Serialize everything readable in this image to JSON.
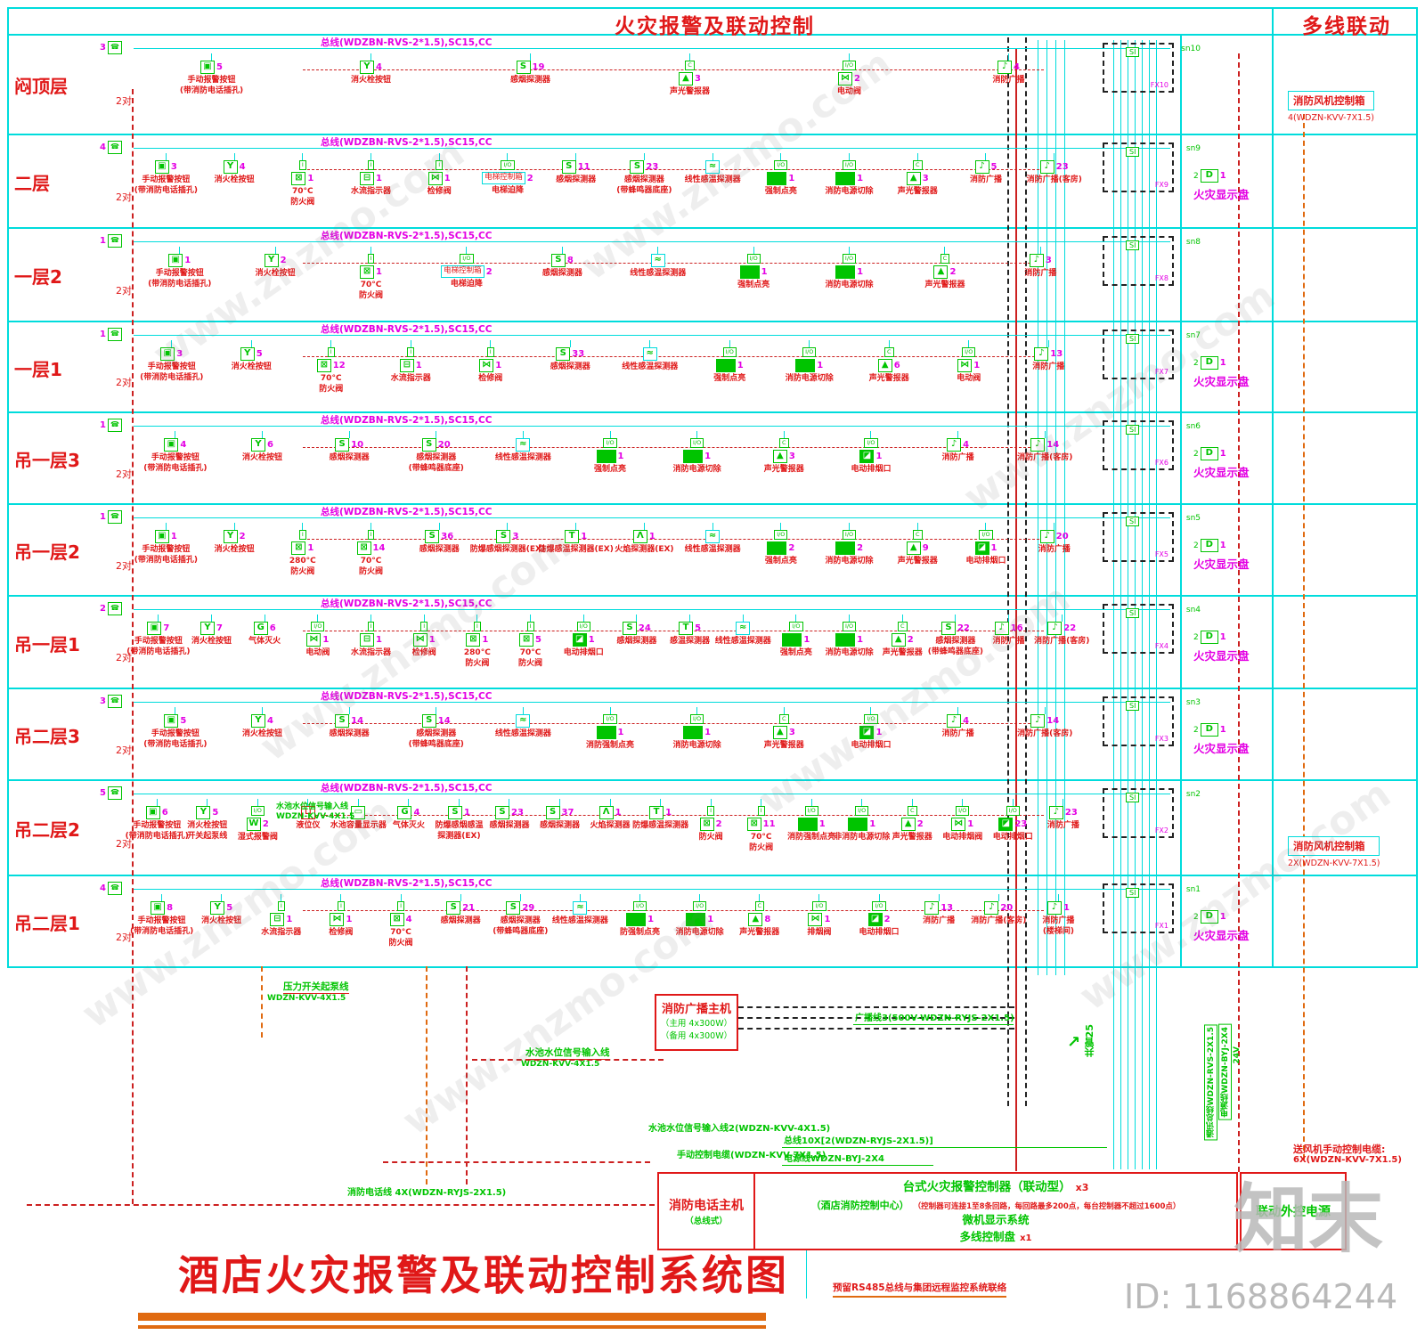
{
  "header": {
    "left_title": "火灾报警及联动控制",
    "right_title": "多线联动"
  },
  "bus_label": "总线(WDZBN-RVS-2*1.5),SC15,CC",
  "pair_label": "2对",
  "right_panel_label": "火灾显示盘",
  "rows": [
    {
      "floor": "闷顶层",
      "tap": "3",
      "sn": "sn10",
      "fx": "FX10",
      "si": "SI",
      "right": {
        "kind": "fan",
        "label": "消防风机控制箱",
        "cable": "4(WDZN-KVV-7X1.5)"
      },
      "devices": [
        {
          "sym": "manual",
          "count": "5",
          "label": "手动报警按钮|(带消防电话插孔)"
        },
        {
          "sym": "hydrant",
          "count": "4",
          "label": "消火栓按钮"
        },
        {
          "sym": "smoke",
          "count": "19",
          "label": "感烟探测器"
        },
        {
          "sym": "sounder",
          "count": "3",
          "label": "声光警报器"
        },
        {
          "sym": "valve",
          "count": "2",
          "label": "电动阀"
        },
        {
          "sym": "speaker",
          "count": "4",
          "label": "消防广播"
        }
      ]
    },
    {
      "floor": "二层",
      "tap": "4",
      "sn": "sn9",
      "fx": "FX9",
      "si": "SI",
      "right": {
        "kind": "display"
      },
      "devices": [
        {
          "sym": "manual",
          "count": "3",
          "label": "手动报警按钮|(带消防电话插孔)"
        },
        {
          "sym": "hydrant",
          "count": "4",
          "label": "消火栓按钮"
        },
        {
          "sym": "damper",
          "count": "1",
          "label": "70°C|防火阀"
        },
        {
          "sym": "flow",
          "count": "1",
          "label": "水流指示器"
        },
        {
          "sym": "check",
          "count": "1",
          "label": "检修阀"
        },
        {
          "sym": "elev",
          "count": "2",
          "inner": "电梯控制箱",
          "label": "电梯迫降"
        },
        {
          "sym": "smoke",
          "count": "11",
          "label": "感烟探测器"
        },
        {
          "sym": "smoke",
          "count": "23",
          "label": "感烟探测器|(带蜂鸣器底座)"
        },
        {
          "sym": "linear",
          "count": "",
          "label": "线性感温探测器"
        },
        {
          "sym": "io",
          "count": "1",
          "label": "强制点亮"
        },
        {
          "sym": "io",
          "count": "1",
          "label": "消防电源切除"
        },
        {
          "sym": "sounder",
          "count": "3",
          "label": "声光警报器"
        },
        {
          "sym": "speaker",
          "count": "5",
          "label": "消防广播"
        },
        {
          "sym": "speaker",
          "count": "23",
          "label": "消防广播(客房)"
        }
      ]
    },
    {
      "floor": "一层2",
      "tap": "1",
      "sn": "sn8",
      "fx": "FX8",
      "si": "SI",
      "right": {
        "kind": "none"
      },
      "devices": [
        {
          "sym": "manual",
          "count": "1",
          "label": "手动报警按钮|(带消防电话插孔)"
        },
        {
          "sym": "hydrant",
          "count": "2",
          "label": "消火栓按钮"
        },
        {
          "sym": "damper",
          "count": "1",
          "label": "70°C|防火阀"
        },
        {
          "sym": "elev",
          "count": "2",
          "inner": "电梯控制箱",
          "label": "电梯迫降"
        },
        {
          "sym": "smoke",
          "count": "8",
          "label": "感烟探测器"
        },
        {
          "sym": "linear",
          "count": "",
          "label": "线性感温探测器"
        },
        {
          "sym": "io",
          "count": "1",
          "label": "强制点亮"
        },
        {
          "sym": "io",
          "count": "1",
          "label": "消防电源切除"
        },
        {
          "sym": "sounder",
          "count": "2",
          "label": "声光警报器"
        },
        {
          "sym": "speaker",
          "count": "3",
          "label": "消防广播"
        }
      ]
    },
    {
      "floor": "一层1",
      "tap": "1",
      "sn": "sn7",
      "fx": "FX7",
      "si": "SI",
      "right": {
        "kind": "display"
      },
      "devices": [
        {
          "sym": "manual",
          "count": "3",
          "label": "手动报警按钮|(带消防电话插孔)"
        },
        {
          "sym": "hydrant",
          "count": "5",
          "label": "消火栓按钮"
        },
        {
          "sym": "damper",
          "count": "12",
          "label": "70°C|防火阀"
        },
        {
          "sym": "flow",
          "count": "1",
          "label": "水流指示器"
        },
        {
          "sym": "check",
          "count": "1",
          "label": "检修阀"
        },
        {
          "sym": "smoke",
          "count": "33",
          "label": "感烟探测器"
        },
        {
          "sym": "linear",
          "count": "",
          "label": "线性感温探测器"
        },
        {
          "sym": "io",
          "count": "1",
          "label": "强制点亮"
        },
        {
          "sym": "io",
          "count": "1",
          "label": "消防电源切除"
        },
        {
          "sym": "sounder",
          "count": "6",
          "label": "声光警报器"
        },
        {
          "sym": "valve",
          "count": "1",
          "label": "电动阀"
        },
        {
          "sym": "speaker",
          "count": "13",
          "label": "消防广播"
        }
      ]
    },
    {
      "floor": "吊一层3",
      "tap": "1",
      "sn": "sn6",
      "fx": "FX6",
      "si": "SI",
      "right": {
        "kind": "display"
      },
      "devices": [
        {
          "sym": "manual",
          "count": "4",
          "label": "手动报警按钮|(带消防电话插孔)"
        },
        {
          "sym": "hydrant",
          "count": "6",
          "label": "消火栓按钮"
        },
        {
          "sym": "smoke",
          "count": "10",
          "label": "感烟探测器"
        },
        {
          "sym": "smoke",
          "count": "20",
          "label": "感烟探测器|(带蜂鸣器底座)"
        },
        {
          "sym": "linear",
          "count": "",
          "label": "线性感温探测器"
        },
        {
          "sym": "io",
          "count": "1",
          "label": "强制点亮"
        },
        {
          "sym": "io",
          "count": "1",
          "label": "消防电源切除"
        },
        {
          "sym": "sounder",
          "count": "3",
          "label": "声光警报器"
        },
        {
          "sym": "exhaust",
          "count": "1",
          "label": "电动排烟口"
        },
        {
          "sym": "speaker",
          "count": "4",
          "label": "消防广播"
        },
        {
          "sym": "speaker",
          "count": "14",
          "label": "消防广播(客房)"
        }
      ]
    },
    {
      "floor": "吊一层2",
      "tap": "1",
      "sn": "sn5",
      "fx": "FX5",
      "si": "SI",
      "right": {
        "kind": "display"
      },
      "devices": [
        {
          "sym": "manual",
          "count": "1",
          "label": "手动报警按钮|(带消防电话插孔)"
        },
        {
          "sym": "hydrant",
          "count": "2",
          "label": "消火栓按钮"
        },
        {
          "sym": "damper",
          "count": "1",
          "label": "280°C|防火阀"
        },
        {
          "sym": "damper",
          "count": "14",
          "label": "70°C|防火阀"
        },
        {
          "sym": "smoke",
          "count": "36",
          "label": "感烟探测器"
        },
        {
          "sym": "smoke",
          "count": "3",
          "label": "防爆感烟探测器(EX)"
        },
        {
          "sym": "heat",
          "count": "1",
          "label": "防爆感温探测器(EX)"
        },
        {
          "sym": "flame",
          "count": "1",
          "label": "火焰探测器(EX)"
        },
        {
          "sym": "linear",
          "count": "",
          "label": "线性感温探测器"
        },
        {
          "sym": "io",
          "count": "2",
          "label": "强制点亮"
        },
        {
          "sym": "io",
          "count": "2",
          "label": "消防电源切除"
        },
        {
          "sym": "sounder",
          "count": "9",
          "label": "声光警报器"
        },
        {
          "sym": "exhaust",
          "count": "1",
          "label": "电动排烟口"
        },
        {
          "sym": "speaker",
          "count": "20",
          "label": "消防广播"
        }
      ]
    },
    {
      "floor": "吊一层1",
      "tap": "2",
      "sn": "sn4",
      "fx": "FX4",
      "si": "SI",
      "right": {
        "kind": "display"
      },
      "devices": [
        {
          "sym": "manual",
          "count": "7",
          "label": "手动报警按钮|(带消防电话插孔)"
        },
        {
          "sym": "hydrant",
          "count": "7",
          "label": "消火栓按钮"
        },
        {
          "sym": "gas",
          "count": "6",
          "label": "气体灭火"
        },
        {
          "sym": "valve",
          "count": "1",
          "label": "电动阀"
        },
        {
          "sym": "flow",
          "count": "1",
          "label": "水流指示器"
        },
        {
          "sym": "check",
          "count": "1",
          "label": "检修阀"
        },
        {
          "sym": "damper",
          "count": "1",
          "label": "280°C|防火阀"
        },
        {
          "sym": "damper",
          "count": "5",
          "label": "70°C|防火阀"
        },
        {
          "sym": "exhaust",
          "count": "1",
          "label": "电动排烟口"
        },
        {
          "sym": "smoke",
          "count": "24",
          "label": "感烟探测器"
        },
        {
          "sym": "heat",
          "count": "5",
          "label": "感温探测器"
        },
        {
          "sym": "linear",
          "count": "",
          "label": "线性感温探测器"
        },
        {
          "sym": "io",
          "count": "1",
          "label": "强制点亮"
        },
        {
          "sym": "io",
          "count": "1",
          "label": "消防电源切除"
        },
        {
          "sym": "sounder",
          "count": "2",
          "label": "声光警报器"
        },
        {
          "sym": "smoke",
          "count": "22",
          "label": "感烟探测器|(带蜂鸣器底座)"
        },
        {
          "sym": "speaker",
          "count": "16",
          "label": "消防广播"
        },
        {
          "sym": "speaker",
          "count": "22",
          "label": "消防广播(客房)"
        }
      ]
    },
    {
      "floor": "吊二层3",
      "tap": "3",
      "sn": "sn3",
      "fx": "FX3",
      "si": "SI",
      "right": {
        "kind": "display"
      },
      "devices": [
        {
          "sym": "manual",
          "count": "5",
          "label": "手动报警按钮|(带消防电话插孔)"
        },
        {
          "sym": "hydrant",
          "count": "4",
          "label": "消火栓按钮"
        },
        {
          "sym": "smoke",
          "count": "14",
          "label": "感烟探测器"
        },
        {
          "sym": "smoke",
          "count": "14",
          "label": "感烟探测器|(带蜂鸣器底座)"
        },
        {
          "sym": "linear",
          "count": "",
          "label": "线性感温探测器"
        },
        {
          "sym": "io",
          "count": "1",
          "label": "消防强制点亮"
        },
        {
          "sym": "io",
          "count": "1",
          "label": "消防电源切除"
        },
        {
          "sym": "sounder",
          "count": "3",
          "label": "声光警报器"
        },
        {
          "sym": "exhaust",
          "count": "1",
          "label": "电动排烟口"
        },
        {
          "sym": "speaker",
          "count": "4",
          "label": "消防广播"
        },
        {
          "sym": "speaker",
          "count": "14",
          "label": "消防广播(客房)"
        }
      ]
    },
    {
      "floor": "吊二层2",
      "tap": "5",
      "sn": "sn2",
      "fx": "FX2",
      "si": "SI",
      "right": {
        "kind": "fan",
        "label": "消防风机控制箱",
        "cable": "2X(WDZN-KVV-7X1.5)"
      },
      "extra": "水池水位信号输入线|WDZN-KVV-4X1.5",
      "devices": [
        {
          "sym": "manual",
          "count": "6",
          "label": "手动报警按钮|(带消防电话插孔)"
        },
        {
          "sym": "hydrant",
          "count": "5",
          "label": "消火栓按钮|开关起泵线"
        },
        {
          "sym": "wet",
          "count": "2",
          "label": "湿式报警阀"
        },
        {
          "sym": "lvl",
          "count": "",
          "label": "液位仪"
        },
        {
          "sym": "disp",
          "count": "",
          "label": "水池容量显示器"
        },
        {
          "sym": "gas",
          "count": "4",
          "label": "气体灭火"
        },
        {
          "sym": "smoke",
          "count": "1",
          "label": "防爆感烟感温|探测器(EX)"
        },
        {
          "sym": "smoke",
          "count": "23",
          "label": "感烟探测器"
        },
        {
          "sym": "smoke",
          "count": "37",
          "label": "感烟探测器"
        },
        {
          "sym": "flame",
          "count": "1",
          "label": "火焰探测器"
        },
        {
          "sym": "heat",
          "count": "1",
          "label": "防爆感温探测器"
        },
        {
          "sym": "damper",
          "count": "2",
          "label": "防火阀"
        },
        {
          "sym": "damper",
          "count": "11",
          "label": "70°C|防火阀"
        },
        {
          "sym": "io",
          "count": "1",
          "label": "消防强制点亮"
        },
        {
          "sym": "io",
          "count": "1",
          "label": "非消防电源切除"
        },
        {
          "sym": "sounder",
          "count": "2",
          "label": "声光警报器"
        },
        {
          "sym": "valve",
          "count": "1",
          "label": "电动排烟阀"
        },
        {
          "sym": "exhaust",
          "count": "23",
          "label": "电动排烟口"
        },
        {
          "sym": "speaker",
          "count": "23",
          "label": "消防广播"
        }
      ]
    },
    {
      "floor": "吊二层1",
      "tap": "4",
      "sn": "sn1",
      "fx": "FX1",
      "si": "SI",
      "right": {
        "kind": "display"
      },
      "devices": [
        {
          "sym": "manual",
          "count": "8",
          "label": "手动报警按钮|(带消防电话插孔)"
        },
        {
          "sym": "hydrant",
          "count": "5",
          "label": "消火栓按钮"
        },
        {
          "sym": "flow",
          "count": "1",
          "label": "水流指示器"
        },
        {
          "sym": "check",
          "count": "1",
          "label": "检修阀"
        },
        {
          "sym": "damper",
          "count": "4",
          "label": "70°C|防火阀"
        },
        {
          "sym": "smoke",
          "count": "21",
          "label": "感烟探测器"
        },
        {
          "sym": "smoke",
          "count": "29",
          "label": "感烟探测器|(带蜂鸣器底座)"
        },
        {
          "sym": "linear",
          "count": "",
          "label": "线性感温探测器"
        },
        {
          "sym": "io",
          "count": "1",
          "label": "防强制点亮"
        },
        {
          "sym": "io",
          "count": "1",
          "label": "消防电源切除"
        },
        {
          "sym": "sounder",
          "count": "8",
          "label": "声光警报器"
        },
        {
          "sym": "valve",
          "count": "1",
          "label": "排烟阀"
        },
        {
          "sym": "exhaust",
          "count": "2",
          "label": "电动排烟口"
        },
        {
          "sym": "speaker",
          "count": "13",
          "label": "消防广播"
        },
        {
          "sym": "speaker",
          "count": "20",
          "label": "消防广播(客房)"
        },
        {
          "sym": "speaker",
          "count": "1",
          "label": "消防广播|(楼梯间)"
        }
      ]
    }
  ],
  "bottom": {
    "pressure_label": "压力开关起泵线",
    "pressure_cable": "WDZN-KVV-4X1.5",
    "pool1_label": "水池水位信号输入线",
    "pool1_cable": "WDZN-KVV-4X1.5",
    "host_title": "消防广播主机",
    "host_line1": "（主用 4x300W）",
    "host_line2": "（备用 4x300W）",
    "broadcast_line": "广播线3(500V-WDZN-RYJS-2X1.5)",
    "bus10": "总线10X[2(WDZN-RYJS-2X1.5)]",
    "powerline": "电源线WDZN-BYJ-2X4",
    "pool2": "水池水位信号输入线2(WDZN-KVV-4X1.5)",
    "manual_cable": "手动控制电缆(WDZN-KVV-7X1.5)",
    "phone_line": "消防电话线 4X(WDZN-RYJS-2X1.5)",
    "shared": "共管25",
    "comm_v": "通讯总线WDZN-RVS-2X1.5",
    "power_v": "电源线WDZN-BYJ-2X4",
    "v24": "24V",
    "fan_cable1": "送风机手动控制电缆:",
    "fan_cable2": "6X(WDZN-KVV-7X1.5)",
    "phone_host": "消防电话主机",
    "phone_host_sub": "（总线式）",
    "center": "（酒店消防控制中心）",
    "ctrl_title": "台式火灾报警控制器（联动型）",
    "ctrl_mult": "x3",
    "ctrl_note": "（控制器可连接1至8条回路，每回路最多200点，每台控制器不超过1600点）",
    "display_sys": "微机显示系统",
    "multiline": "多线控制盘",
    "multiline_mult": "x1",
    "ext_power": "联动外控电源",
    "rs485": "预留RS485总线与集团远程监控系统联络"
  },
  "title": "酒店火灾报警及联动控制系统图",
  "watermark": {
    "diag": "www.znzmo.com",
    "brand": "知末",
    "id": "ID: 1168864244"
  }
}
